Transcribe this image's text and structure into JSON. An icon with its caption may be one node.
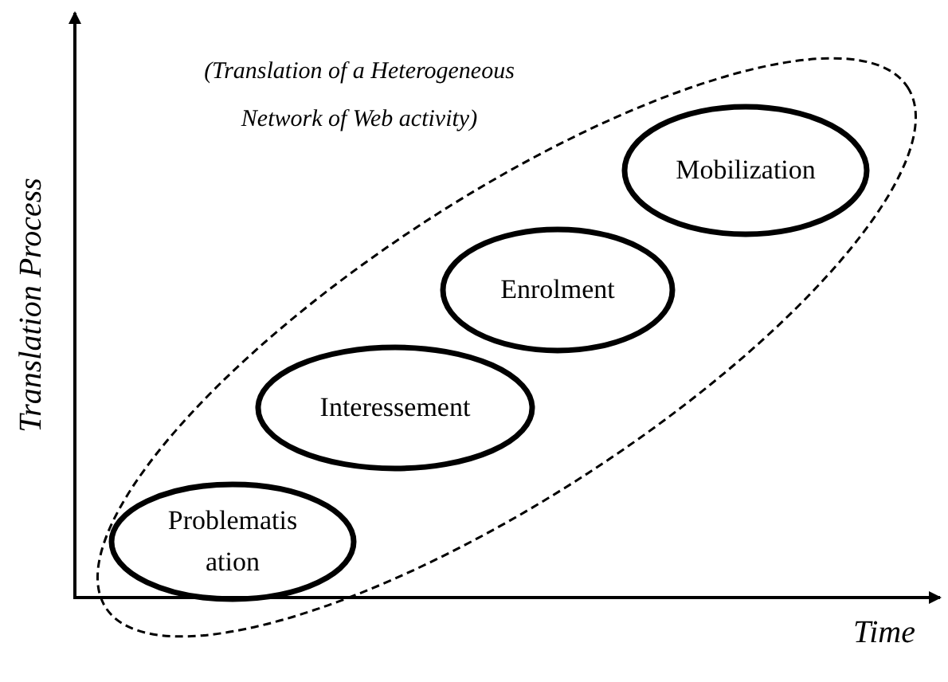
{
  "diagram": {
    "nodes": [
      {
        "text": [],
        "shape": "ellipse"
      },
      {
        "text": [
          "Problematis ation"
        ],
        "in": 0
      },
      {
        "text": [
          "Interessement"
        ],
        "in": 0
      },
      {
        "text": [
          "Enrolment"
        ],
        "in": 0
      },
      {
        "text": [
          "Mobilization"
        ],
        "in": 0
      }
    ],
    "edges": [],
    "labels": [
      "(Translation of a Heterogeneous Network of Web activity)",
      "Translation Process",
      "Time"
    ]
  }
}
